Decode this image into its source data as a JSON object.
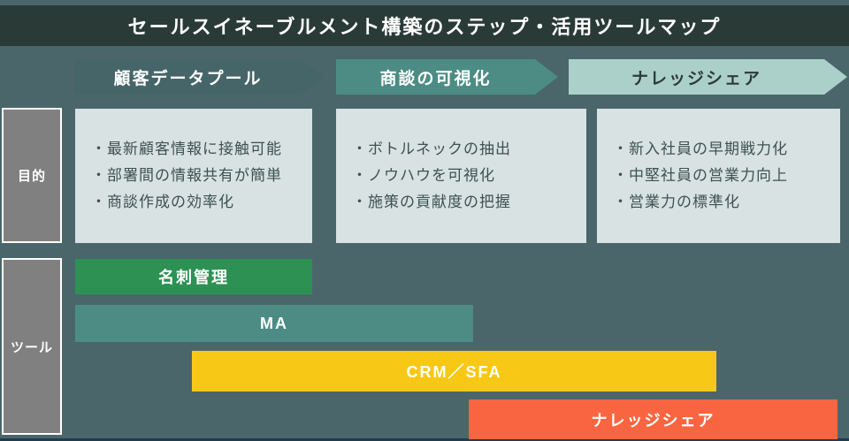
{
  "title": "セールスイネーブルメント構築のステップ・活用ツールマップ",
  "row_labels": {
    "purpose": "目的",
    "tools": "ツール"
  },
  "steps": [
    {
      "label": "顧客データプール",
      "color": "#466569",
      "text_color": "#ffffff",
      "goals": [
        "・最新顧客情報に接触可能",
        "・部署間の情報共有が簡単",
        "・商談作成の効率化"
      ]
    },
    {
      "label": "商談の可視化",
      "color": "#4c8c84",
      "text_color": "#ffffff",
      "goals": [
        "・ボトルネックの抽出",
        "・ノウハウを可視化",
        "・施策の貢献度の把握"
      ]
    },
    {
      "label": "ナレッジシェア",
      "color": "#abd0ca",
      "text_color": "#2e3a3a",
      "goals": [
        "・新入社員の早期戦力化",
        "・中堅社員の営業力向上",
        "・営業力の標準化"
      ]
    }
  ],
  "tools": [
    {
      "label": "名刺管理",
      "color": "#2d9154"
    },
    {
      "label": "MA",
      "color": "#4c8c84"
    },
    {
      "label": "CRM／SFA",
      "color": "#f7c816"
    },
    {
      "label": "ナレッジシェア",
      "color": "#f96540"
    }
  ],
  "colors": {
    "background": "#4b666b",
    "title_bar": "#2a3b37",
    "goals_box": "#d8e2e2",
    "goals_text": "#3e5151",
    "side_label_bg": "#808080",
    "bottom_strip": "#223c4e"
  }
}
